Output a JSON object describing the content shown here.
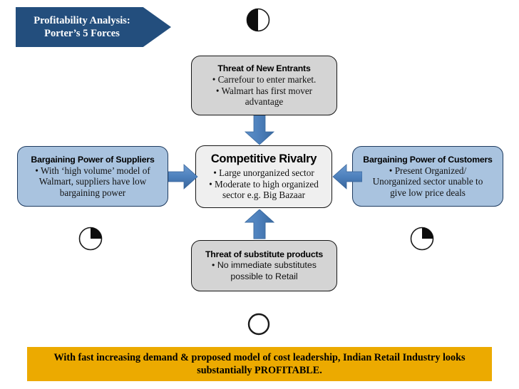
{
  "slide": {
    "title": "Profitability Analysis:\nPorter’s 5 Forces",
    "background_color": "#ffffff"
  },
  "colors": {
    "title_banner": "#234e7d",
    "blue_box_fill": "#a9c3df",
    "blue_box_border": "#1d3a5f",
    "gray_box_fill": "#d4d4d4",
    "center_box_fill": "#efefef",
    "box_border": "#151515",
    "arrow_fill": "#4f81bd",
    "footer_banner": "#ecaa00",
    "text": "#000000"
  },
  "forces": {
    "new_entrants": {
      "title": "Threat of New Entrants",
      "body": "• Carrefour to enter market.\n• Walmart has first mover\nadvantage"
    },
    "suppliers": {
      "title": "Bargaining Power of Suppliers",
      "body": "• With ‘high volume’ model of\nWalmart, suppliers have low\nbargaining power"
    },
    "rivalry": {
      "title": "Competitive Rivalry",
      "body": "• Large unorganized sector\n• Moderate to high organized\nsector e.g. Big Bazaar"
    },
    "customers": {
      "title": "Bargaining Power of Customers",
      "body": "• Present Organized/\nUnorganized  sector unable to\ngive low price deals"
    },
    "substitutes": {
      "title": "Threat of substitute products",
      "body": "• No immediate substitutes\npossible to Retail"
    }
  },
  "arrows": [
    {
      "name": "arrow-down-to-rivalry",
      "direction": "down"
    },
    {
      "name": "arrow-up-to-rivalry",
      "direction": "up"
    },
    {
      "name": "arrow-right-to-rivalry",
      "direction": "right"
    },
    {
      "name": "arrow-left-to-rivalry",
      "direction": "left"
    }
  ],
  "pie_markers": [
    {
      "name": "pie-marker-top",
      "fill_percent": 50
    },
    {
      "name": "pie-marker-left",
      "fill_percent": 25
    },
    {
      "name": "pie-marker-right",
      "fill_percent": 25
    },
    {
      "name": "pie-marker-bottom",
      "fill_percent": 0
    }
  ],
  "footer": {
    "text": "With fast increasing demand & proposed model of cost leadership, Indian Retail Industry looks substantially PROFITABLE."
  }
}
